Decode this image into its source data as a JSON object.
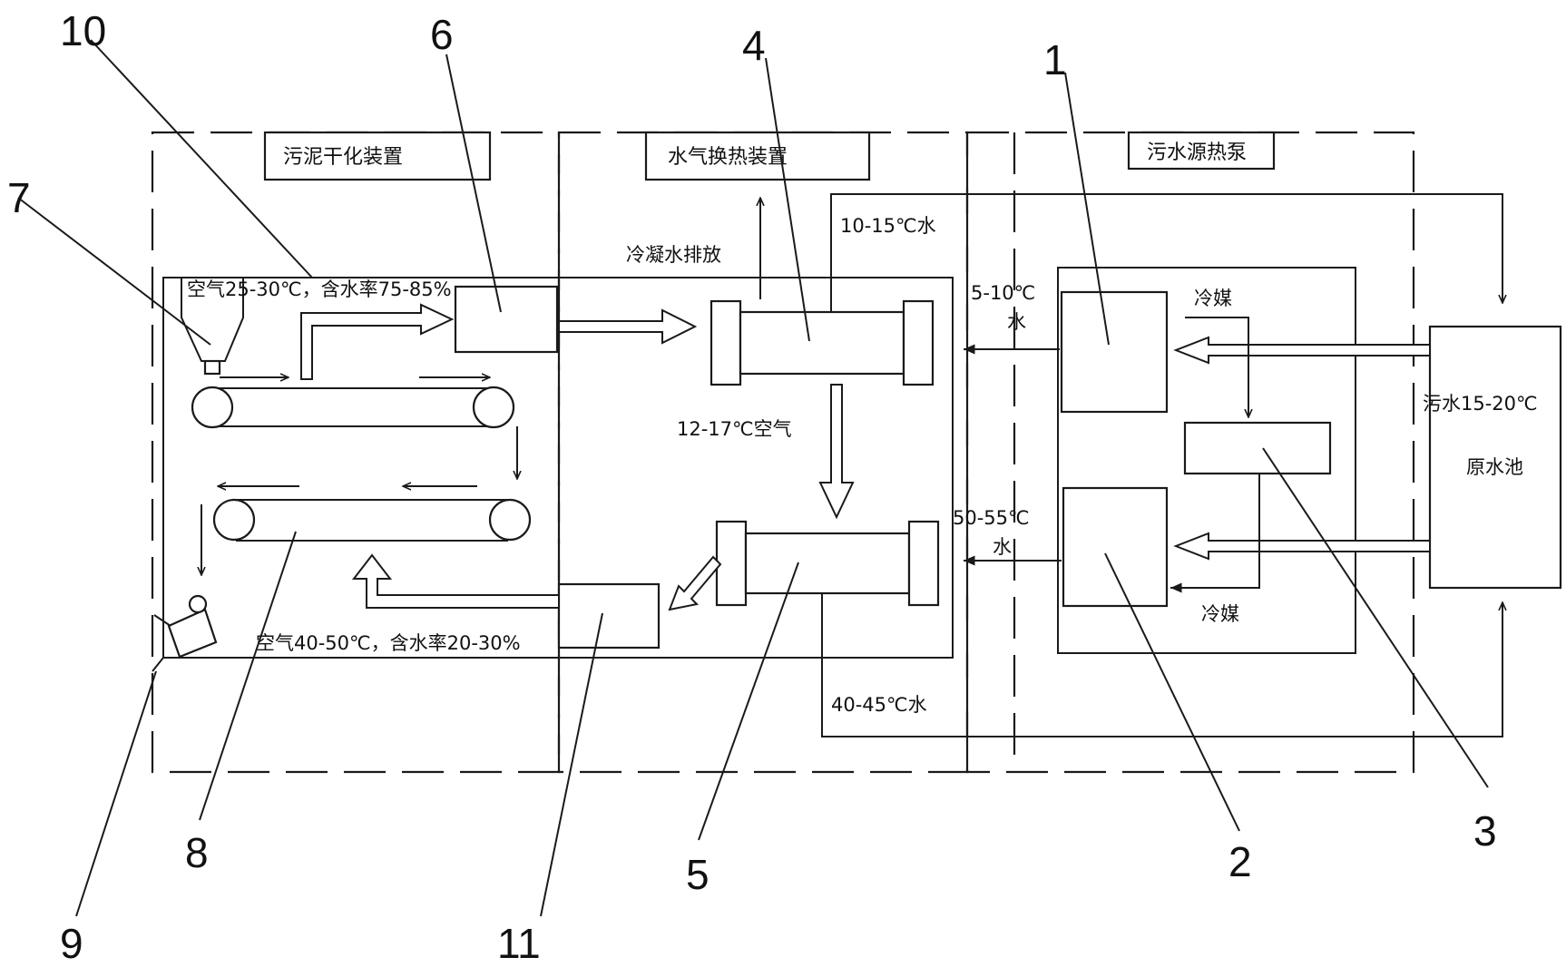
{
  "sections": {
    "sludge_drying": "污泥干化装置",
    "water_air_exchanger": "水气换热装置",
    "sewage_heat_pump": "污水源热泵"
  },
  "labels": {
    "air_in": "空气25-30℃，含水率75-85%",
    "air_out": "空气40-50℃，含水率20-30%",
    "condensate": "冷凝水排放",
    "water_10_15": "10-15℃水",
    "water_5_10_a": "5-10℃",
    "water_5_10_b": "水",
    "air_12_17": "12-17℃空气",
    "water_50_55_a": "50-55℃",
    "water_50_55_b": "水",
    "water_40_45": "40-45℃水",
    "refrigerant_top": "冷媒",
    "refrigerant_bottom": "冷媒",
    "sewage": "污水15-20℃",
    "raw_pool": "原水池"
  },
  "numbers": {
    "n1": "1",
    "n2": "2",
    "n3": "3",
    "n4": "4",
    "n5": "5",
    "n6": "6",
    "n7": "7",
    "n8": "8",
    "n9": "9",
    "n10": "10",
    "n11": "11"
  }
}
